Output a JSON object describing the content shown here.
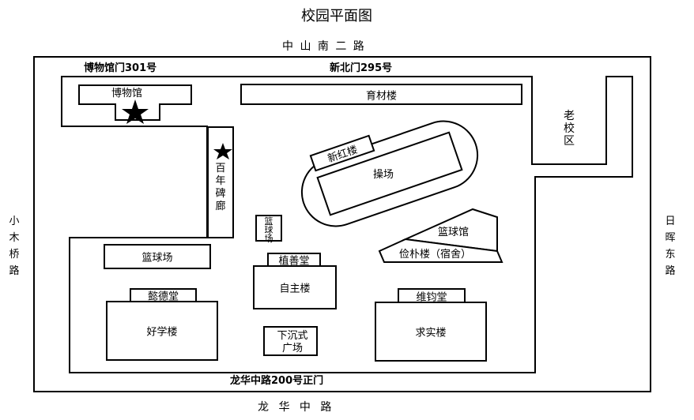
{
  "title": "校园平面图",
  "roads": {
    "north": "中 山 南 二 路",
    "south": "龙 华 中 路",
    "west": "小木桥路",
    "east": "日晖东路"
  },
  "gates": {
    "museum_gate": "博物馆门301号",
    "north_gate": "新北门295号",
    "main_gate": "龙华中路200号正门"
  },
  "buildings": {
    "museum": "博物馆",
    "yucai": "育材楼",
    "old_campus": "老校区",
    "century_corridor": "百年碑廊",
    "xinhong": "新红楼",
    "playground": "操场",
    "court_small": "篮球场",
    "court_left": "篮球场",
    "gym": "篮球馆",
    "dorm": "俭朴楼（宿舍）",
    "zhishan": "植善堂",
    "zizhu": "自主楼",
    "yide": "懿德堂",
    "haoxue": "好学楼",
    "sunken_square": "下沉式广场",
    "weijun": "维钧堂",
    "qiushi": "求实楼"
  }
}
